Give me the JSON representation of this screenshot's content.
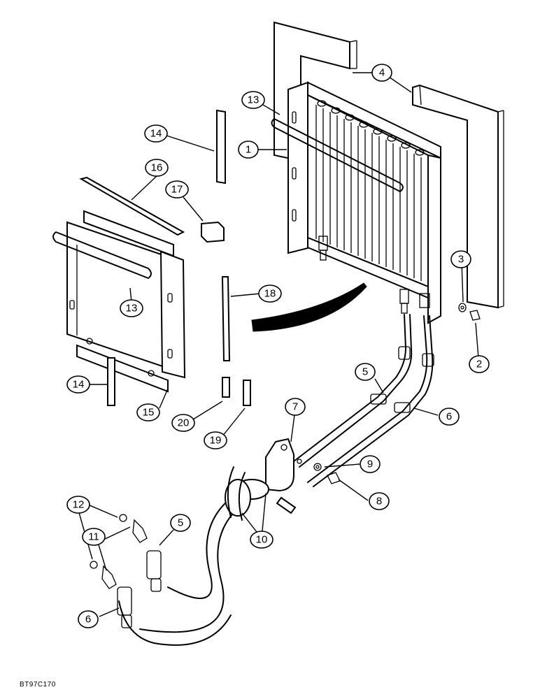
{
  "figure_code": "BT97C170",
  "callouts": {
    "c1": "1",
    "c2": "2",
    "c3": "3",
    "c4": "4",
    "c5a": "5",
    "c5b": "5",
    "c6a": "6",
    "c6b": "6",
    "c7": "7",
    "c8": "8",
    "c9": "9",
    "c10": "10",
    "c11": "11",
    "c12": "12",
    "c13a": "13",
    "c13b": "13",
    "c14a": "14",
    "c14b": "14",
    "c15": "15",
    "c16": "16",
    "c17": "17",
    "c18": "18",
    "c19": "19",
    "c20": "20"
  }
}
